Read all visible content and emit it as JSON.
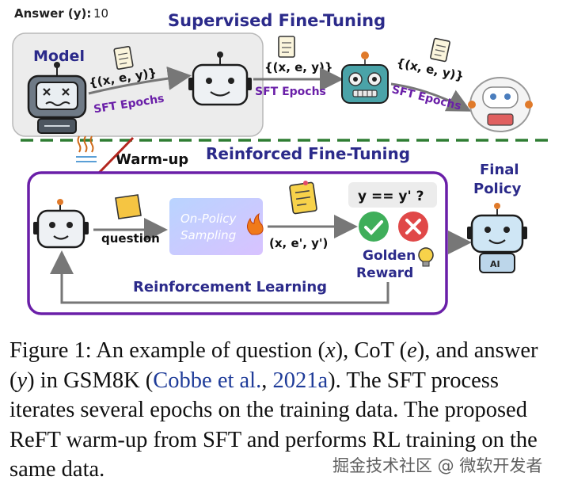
{
  "header": {
    "answer_label": "Answer (y):",
    "answer_value": "10"
  },
  "sft": {
    "title": "Supervised Fine-Tuning",
    "model_label": "Model",
    "data_label": "{(x, e, y)}",
    "epochs_label": "SFT Epochs"
  },
  "reft": {
    "warmup_label": "Warm-up",
    "title": "Reinforced Fine-Tuning",
    "question_label": "question",
    "sampling_label_1": "On-Policy",
    "sampling_label_2": "Sampling",
    "sample_label": "(x, e', y')",
    "check_label": "y == y' ?",
    "reward_label_1": "Golden",
    "reward_label_2": "Reward",
    "rl_label": "Reinforcement Learning",
    "final_label_1": "Final",
    "final_label_2": "Policy",
    "ai_badge": "AI"
  },
  "colors": {
    "navy": "#2b2a8a",
    "purple": "#6a1fa8",
    "green": "#2e7d32",
    "red_arrow": "#b3261e"
  },
  "caption": {
    "p1": "Figure 1:  An example of question (",
    "x": "x",
    "p2": "), CoT (",
    "e": "e",
    "p3": "), and answer (",
    "y": "y",
    "p4": ") in GSM8K (",
    "cite_author": "Cobbe et al.",
    "comma": ", ",
    "cite_year": "2021a",
    "p5": "). The SFT process iterates several epochs on the training data. The proposed ReFT warm-up from SFT and performs RL training on the same data."
  },
  "watermark": "掘金技术社区 @ 微软开发者"
}
